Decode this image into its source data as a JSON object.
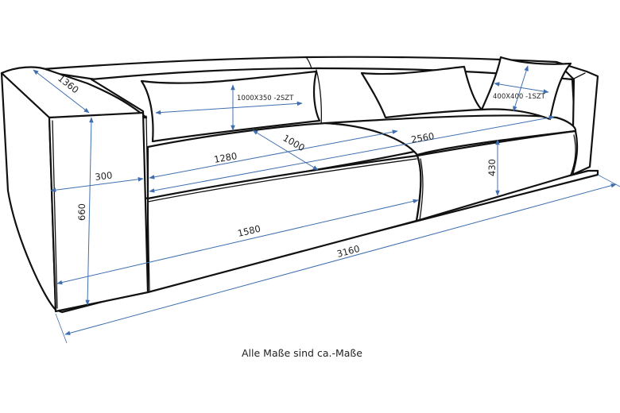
{
  "diagram": {
    "type": "technical-drawing",
    "subject": "sofa-dimensions",
    "units": "mm",
    "line_color": "#111111",
    "dimension_color": "#3f6fb0",
    "background": "#ffffff"
  },
  "dimensions": {
    "armrest_depth": "1360",
    "armrest_width": "300",
    "total_height": "660",
    "seat_width_single": "1280",
    "seat_depth": "1000",
    "module_width": "1580",
    "seat_width_total": "2560",
    "seat_height": "430",
    "total_width": "3160"
  },
  "cushions": {
    "back_cushion": "1000X350 -2SZT",
    "throw_pillow": "400X400 -1SZT"
  },
  "footnote": "Alle Maße sind ca.-Maße"
}
